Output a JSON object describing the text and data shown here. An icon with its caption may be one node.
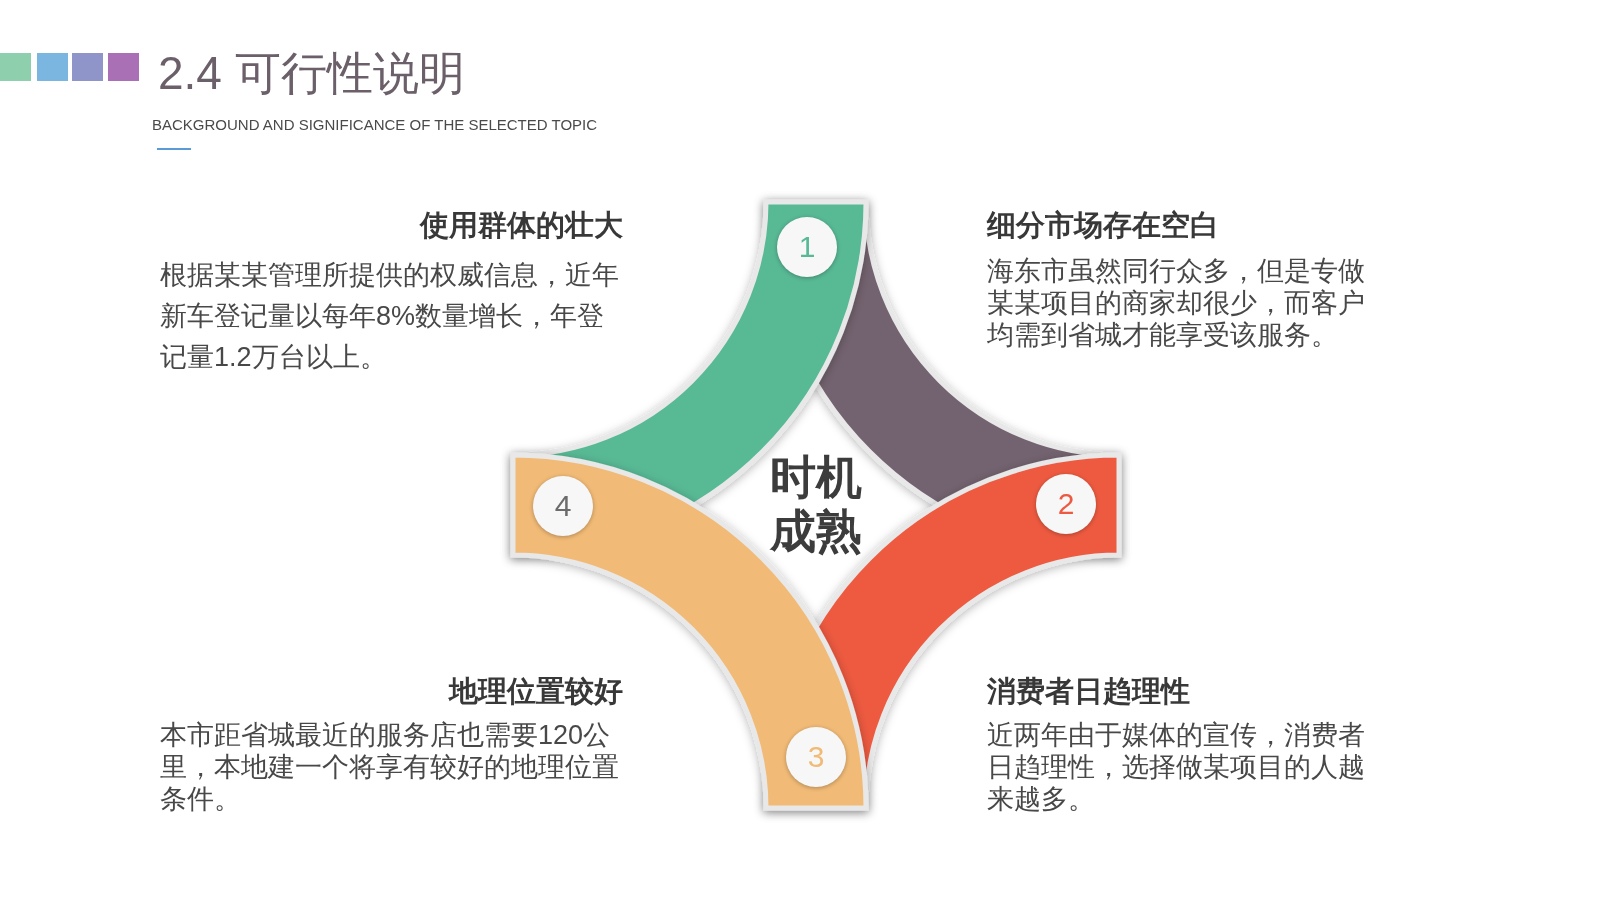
{
  "diagram": {
    "title": "2.4 可行性说明",
    "nodes": [
      {
        "text": [],
        "shape": "arc"
      },
      {
        "text": [
          "1"
        ]
      },
      {
        "text": [],
        "shape": "arc"
      },
      {
        "text": [],
        "shape": "arc"
      },
      {
        "text": [
          "2"
        ]
      },
      {
        "text": [],
        "shape": "arc"
      },
      {
        "text": [
          "3"
        ]
      },
      {
        "text": [
          "4"
        ]
      }
    ],
    "labels": [
      "BACKGROUND AND SIGNIFICANCE OF THE SELECTED TOPIC",
      "使用群体的壮大",
      "根据某某管理所提供的权威信息，近年新车登记量以每年8%数量增长，年登记量1.2万台以上。",
      "细分市场存在空白",
      "海东市虽然同行众多，但是专做某某项目的商家却很少，而客户均需到省城才能享受该服务。",
      "时机成熟",
      "地理位置较好",
      "本市距省城最近的服务店也需要120公里，本地建一个将享有较好的地理位置条件。",
      "消费者日趋理性",
      "近两年由于媒体的宣传，消费者日趋理性，选择做某项目的人越来越多。"
    ]
  }
}
